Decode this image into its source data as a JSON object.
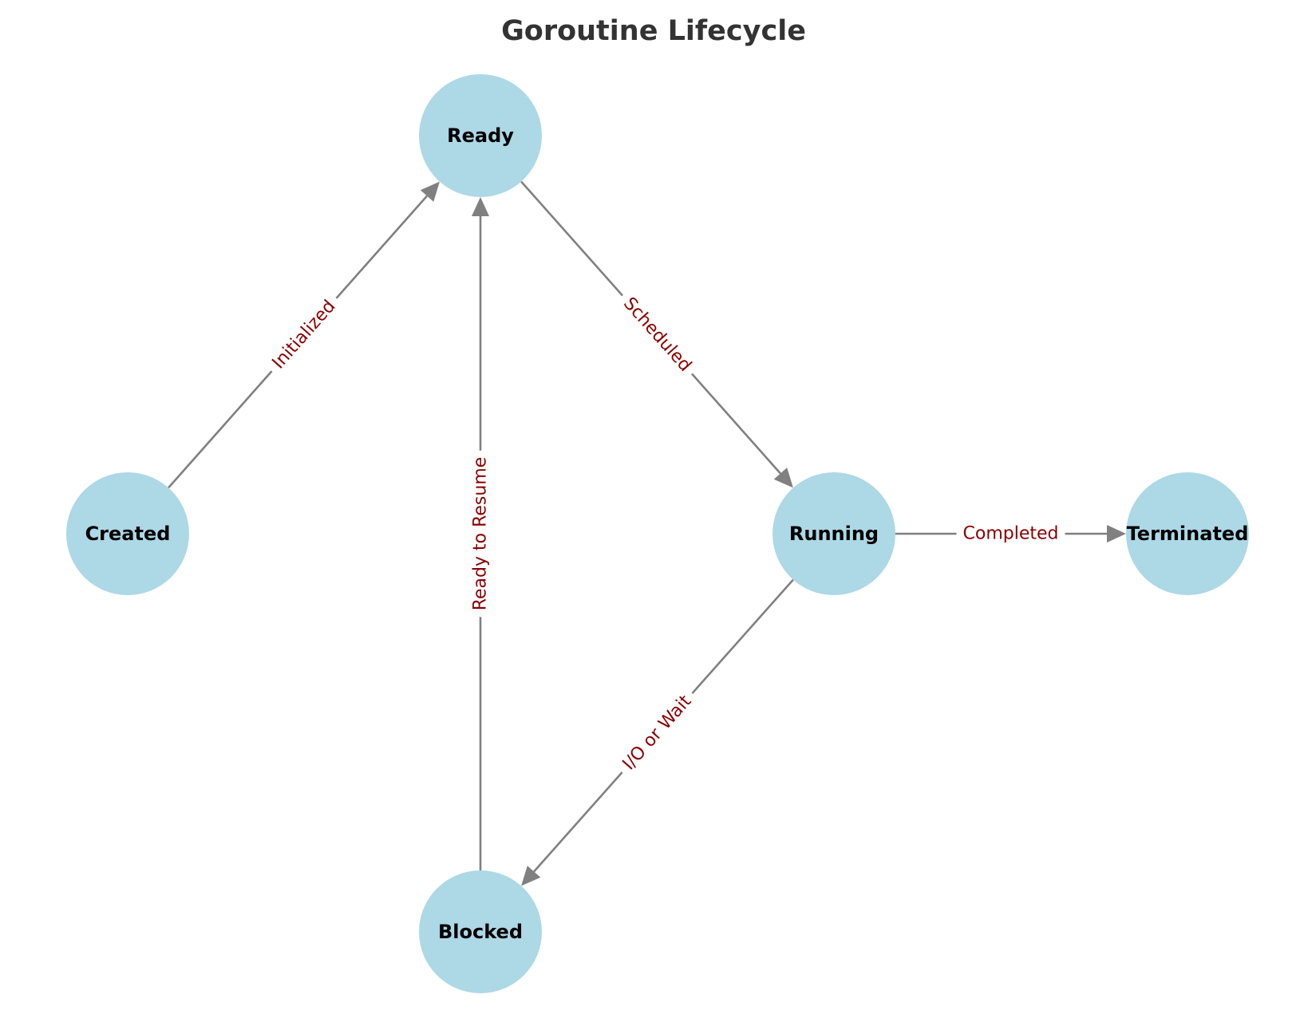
{
  "title": "Goroutine Lifecycle",
  "colors": {
    "node_fill": "#add8e6",
    "edge": "#808080",
    "edge_label": "#8b0000",
    "title": "#333333"
  },
  "nodes": [
    {
      "id": "created",
      "label": "Created"
    },
    {
      "id": "ready",
      "label": "Ready"
    },
    {
      "id": "running",
      "label": "Running"
    },
    {
      "id": "terminated",
      "label": "Terminated"
    },
    {
      "id": "blocked",
      "label": "Blocked"
    }
  ],
  "edges": [
    {
      "id": "created-ready",
      "from": "created",
      "to": "ready",
      "label": "Initialized"
    },
    {
      "id": "ready-running",
      "from": "ready",
      "to": "running",
      "label": "Scheduled"
    },
    {
      "id": "running-terminated",
      "from": "running",
      "to": "terminated",
      "label": "Completed"
    },
    {
      "id": "running-blocked",
      "from": "running",
      "to": "blocked",
      "label": "I/O or Wait"
    },
    {
      "id": "blocked-ready",
      "from": "blocked",
      "to": "ready",
      "label": "Ready to Resume"
    }
  ]
}
